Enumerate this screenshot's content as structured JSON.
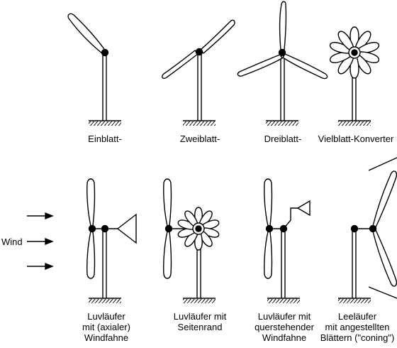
{
  "labels": {
    "one_blade": "Einblatt-",
    "two_blade": "Zweiblatt-",
    "three_blade": "Dreiblatt-",
    "multi_blade": "Vielblatt-Konverter",
    "upwind_axial": [
      "Luvläufer",
      "mit (axialer)",
      "Windfahne"
    ],
    "upwind_side": [
      "Luvläufer mit",
      "Seitenrand"
    ],
    "upwind_cross": [
      "Luvläufer mit",
      "querstehender",
      "Windfahne"
    ],
    "downwind_coning": [
      "Leeläufer",
      "mit angestellten",
      "Blättern (\"coning\")"
    ],
    "wind": "Wind"
  }
}
